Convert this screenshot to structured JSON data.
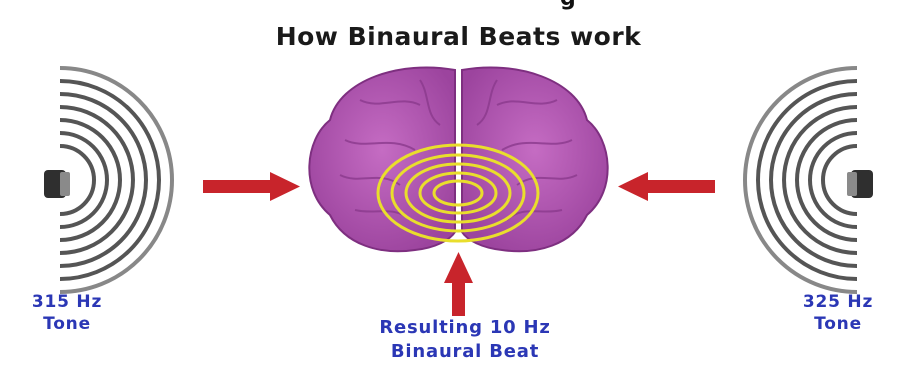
{
  "top_caption": "g",
  "title": "How Binaural Beats work",
  "left_tone": {
    "freq": "315 Hz",
    "word": "Tone",
    "freq_hz": 315
  },
  "right_tone": {
    "freq": "325 Hz",
    "word": "Tone",
    "freq_hz": 325
  },
  "result": {
    "line1": "Resulting 10 Hz",
    "line2": "Binaural Beat",
    "beat_hz": 10
  },
  "colors": {
    "brain": "#b656b4",
    "brain_dark": "#8d3a8f",
    "rings": "#e7dc2e",
    "arrow": "#c8242b",
    "label_blue": "#2b37b5",
    "speaker": "#3a3a3a"
  },
  "icons": [
    "speaker-left-icon",
    "speaker-right-icon",
    "sound-waves-icon",
    "brain-icon",
    "arrow-right-icon",
    "arrow-left-icon",
    "arrow-up-icon"
  ]
}
